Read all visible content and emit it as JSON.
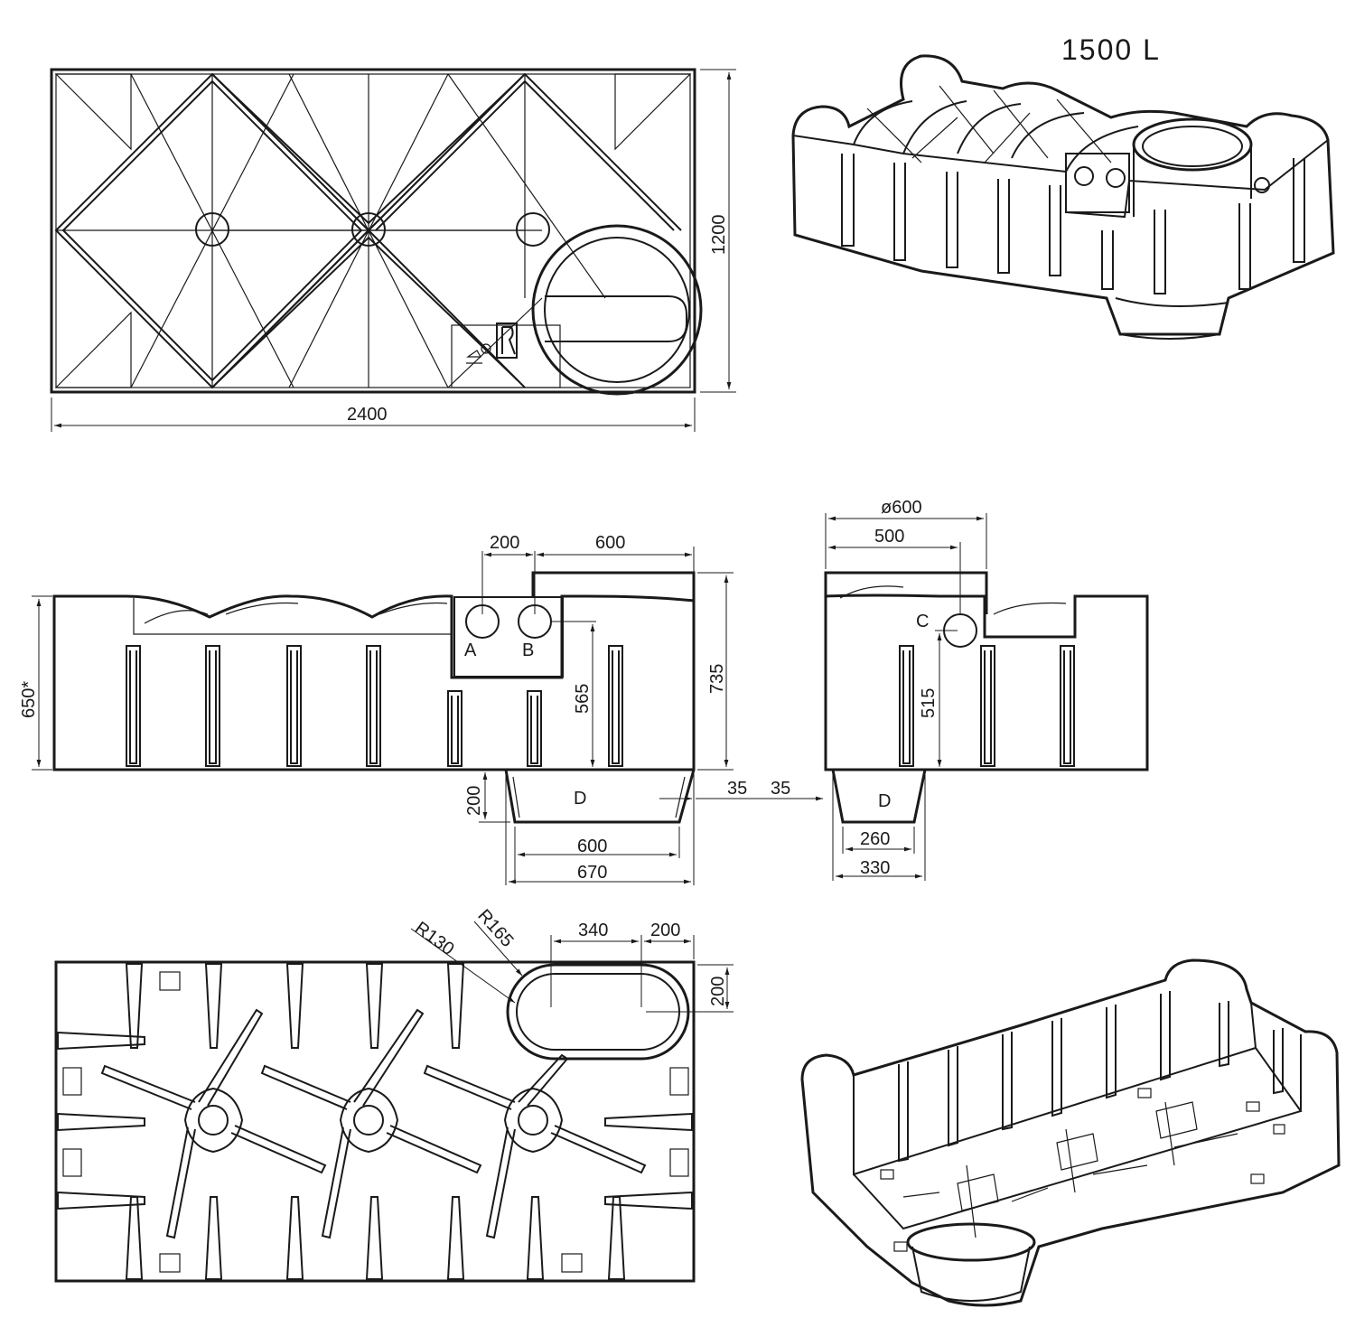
{
  "title": "1500 L",
  "top_view": {
    "width": "2400",
    "height": "1200"
  },
  "side_view": {
    "dim_200": "200",
    "dim_600": "600",
    "dim_650": "650*",
    "dim_735": "735",
    "dim_565": "565",
    "dim_200_sump": "200",
    "dim_35_left": "35",
    "sump_600": "600",
    "sump_670": "670",
    "port_a": "A",
    "port_b": "B",
    "sump_d": "D"
  },
  "end_view": {
    "dia_600": "ø600",
    "dim_500": "500",
    "dim_515": "515",
    "dim_35_right": "35",
    "sump_260": "260",
    "sump_330": "330",
    "port_c": "C",
    "sump_d": "D"
  },
  "bottom_view": {
    "r130": "R130",
    "r165": "R165",
    "dim_340": "340",
    "dim_200_h": "200",
    "dim_200_v": "200"
  }
}
